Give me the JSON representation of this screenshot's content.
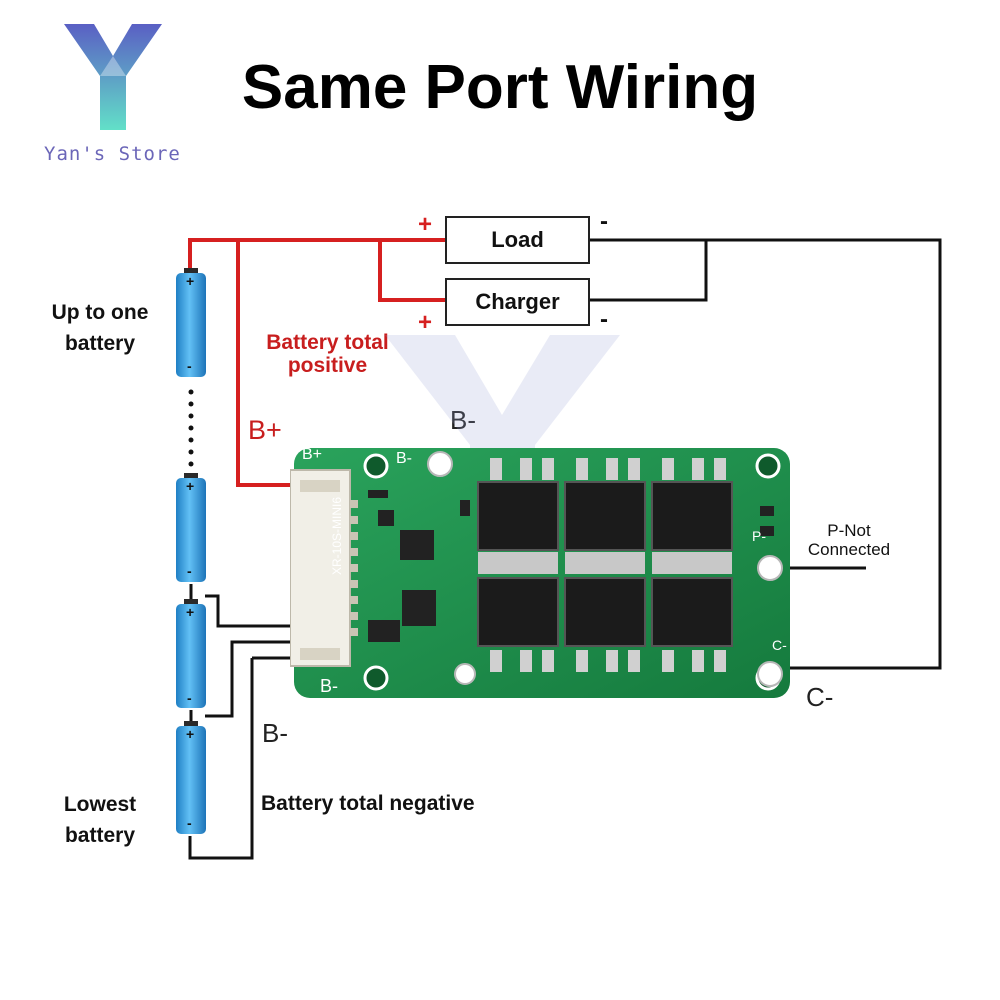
{
  "header": {
    "title": "Same Port Wiring",
    "store_name": "Yan's Store",
    "logo_colors": {
      "top": "#5a5fc4",
      "bottom": "#62e0c8"
    }
  },
  "boxes": {
    "load": "Load",
    "charger": "Charger"
  },
  "signs": {
    "load_plus": "+",
    "load_minus": "-",
    "charger_plus": "+",
    "charger_minus": "-"
  },
  "labels": {
    "up_to_one_line1": "Up to one",
    "up_to_one_line2": "battery",
    "battery_total_positive_line1": "Battery total",
    "battery_total_positive_line2": "positive",
    "b_plus": "B+",
    "b_minus_top": "B-",
    "b_minus_side": "B-",
    "battery_total_negative": "Battery total negative",
    "lowest_line1": "Lowest",
    "lowest_line2": "battery",
    "p_not_line1": "P-Not",
    "p_not_line2": "Connected",
    "c_minus": "C-",
    "battery_plus": "+",
    "battery_minus": "-"
  },
  "board": {
    "silkscreen_model": "XR-10S-MINI6",
    "pad_b_plus": "B+",
    "pad_b_minus_top": "B-",
    "pad_b_minus_bottom": "B-",
    "pad_p": "P-",
    "pad_c": "C-",
    "pcb_color": "#1f8a4c"
  },
  "colors": {
    "positive_wire": "#d62020",
    "negative_wire": "#111111",
    "battery_cell": "#2b9be0"
  }
}
